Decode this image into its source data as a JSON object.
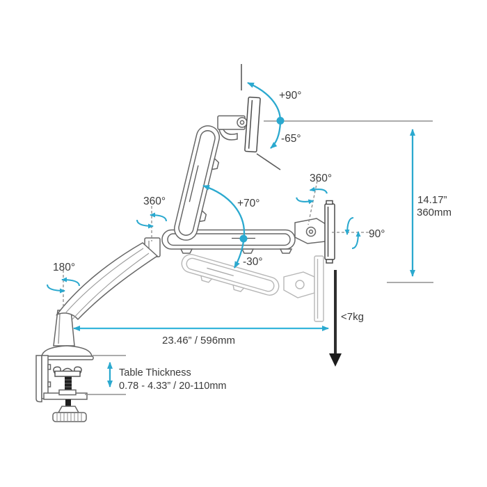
{
  "diagram": {
    "name": "desk-mount-monitor-arm-specification-diagram",
    "accent_color": "#2BA9CF",
    "line_color": "#666666",
    "ghost_color": "#b6b6b6",
    "text_color": "#3a3a3a",
    "annotations": {
      "monitor_tilt_up": "+90°",
      "monitor_tilt_down": "-65°",
      "head_swivel": "360°",
      "monitor_pivot": "90°",
      "arm_lift_up": "+70°",
      "arm_lift_down": "-30°",
      "elbow_swivel": "360°",
      "base_swivel": "180°"
    },
    "dimensions": {
      "height_in": "14.17”",
      "height_mm": "360mm",
      "reach": "23.46” / 596mm",
      "max_weight": "<7kg",
      "table_thickness_label": "Table Thickness",
      "table_thickness_range": "0.78 - 4.33” / 20-110mm"
    }
  }
}
